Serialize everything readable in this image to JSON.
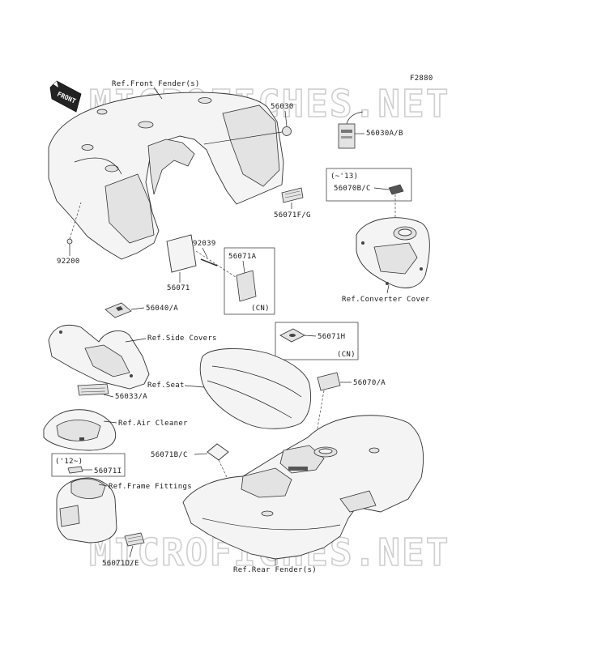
{
  "figure_id": "F2880",
  "watermark": "MICROFICHES.NET",
  "front_arrow": "FRONT",
  "labels": {
    "ref_front_fender": "Ref.Front Fender(s)",
    "p56030": "56030",
    "p56030ab": "56030A/B",
    "range_13": "(~'13)",
    "p56070bc": "56070B/C",
    "p56071fg": "56071F/G",
    "p92039": "92039",
    "p56071a": "56071A",
    "cn1": "(CN)",
    "p92200": "92200",
    "p56071": "56071",
    "ref_converter_cover": "Ref.Converter Cover",
    "p56040a": "56040/A",
    "ref_side_covers": "Ref.Side Covers",
    "p56071h": "56071H",
    "cn2": "(CN)",
    "ref_seat": "Ref.Seat",
    "p56070a": "56070/A",
    "p56033a": "56033/A",
    "ref_air_cleaner": "Ref.Air Cleaner",
    "p56071bc": "56071B/C",
    "range_12": "('12~)",
    "p56071i": "56071I",
    "ref_frame_fittings": "Ref.Frame Fittings",
    "p56071de": "56071D/E",
    "ref_rear_fender": "Ref.Rear Fender(s)"
  }
}
